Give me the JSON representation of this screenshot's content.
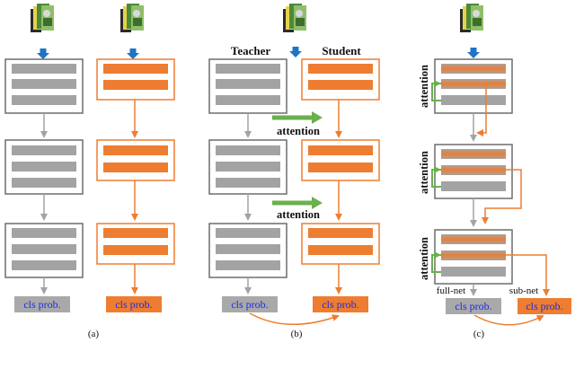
{
  "colors": {
    "teacher_gray": "#a3a3a3",
    "student_orange": "#ee7d31",
    "box_gray": "#6d6d6d",
    "box_orange": "#ee7d31",
    "attention_green": "#6ab04c",
    "input_arrow_blue": "#1f74c6",
    "cls_text_blue": "#1a2ee0",
    "cls_bg_gray": "#a9a9a9",
    "cls_bg_orange": "#ee7d31"
  },
  "icons": [
    "input-image-stack-icon",
    "blue-down-arrow-icon",
    "green-attention-arrow-icon"
  ],
  "panel_a": {
    "caption": "(a)",
    "left_output": "cls prob.",
    "right_output": "cls prob."
  },
  "panel_b": {
    "caption": "(b)",
    "teacher_label": "Teacher",
    "student_label": "Student",
    "attention_label_1": "attention",
    "attention_label_2": "attention",
    "teacher_output": "cls prob.",
    "student_output": "cls prob."
  },
  "panel_c": {
    "caption": "(c)",
    "attention_label_1": "attention",
    "attention_label_2": "attention",
    "attention_label_3": "attention",
    "full_net_label": "full-net",
    "sub_net_label": "sub-net",
    "full_net_output": "cls prob.",
    "sub_net_output": "cls prob."
  }
}
